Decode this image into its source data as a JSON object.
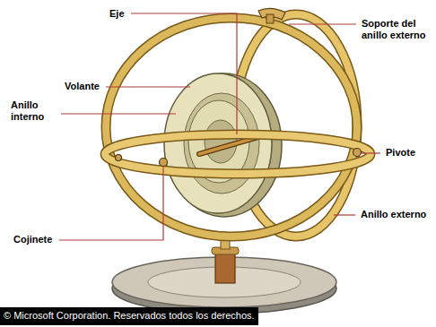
{
  "diagram": {
    "labels": [
      "Eje",
      "Soporte del anillo externo",
      "Volante",
      "Anillo interno",
      "Pivote",
      "Anillo externo",
      "Cojinete",
      "© Microsoft Corporation. Reservados todos los derechos."
    ]
  }
}
